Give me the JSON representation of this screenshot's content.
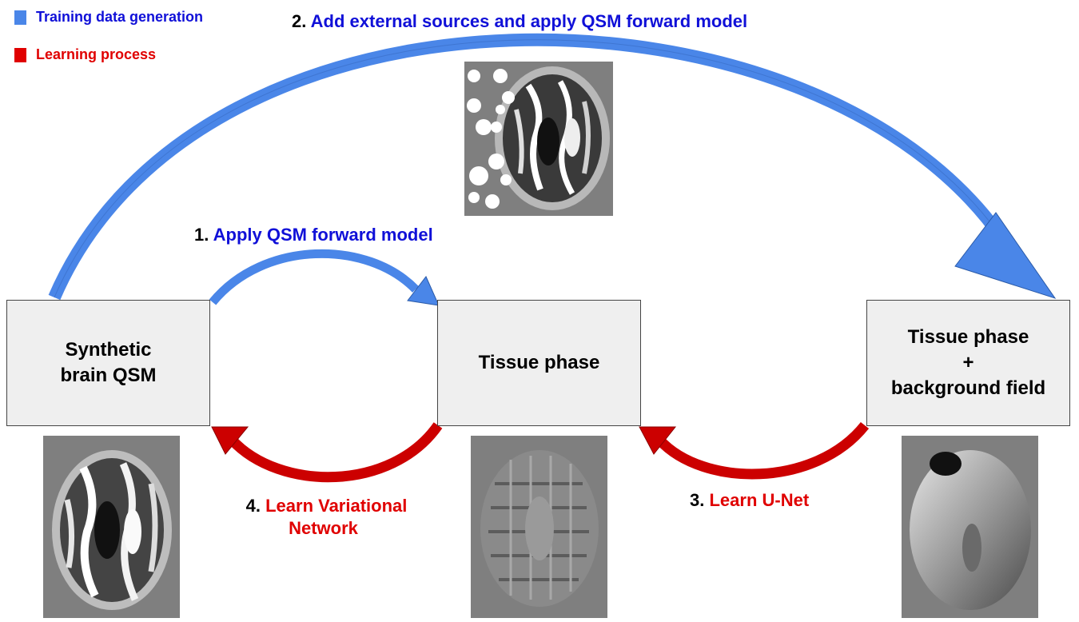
{
  "legend": {
    "training": {
      "label": "Training data generation",
      "color": "#4a86e8"
    },
    "learning": {
      "label": "Learning process",
      "color": "#e00000"
    }
  },
  "steps": {
    "step1": {
      "num": "1.",
      "text": "Apply QSM forward model"
    },
    "step2": {
      "num": "2.",
      "text": "Add external sources and apply QSM forward model"
    },
    "step3": {
      "num": "3.",
      "text": "Learn U-Net"
    },
    "step4": {
      "num": "4.",
      "text": "Learn Variational",
      "text2": "Network"
    }
  },
  "boxes": {
    "qsm": {
      "line1": "Synthetic",
      "line2": "brain QSM"
    },
    "phase": {
      "line1": "Tissue phase"
    },
    "combined": {
      "line1": "Tissue phase",
      "line2": "+",
      "line3": "background field"
    }
  },
  "colors": {
    "arrow_blue": "#4a86e8",
    "arrow_red": "#cc0000",
    "text_blue": "#1010d8",
    "text_red": "#e00000"
  }
}
